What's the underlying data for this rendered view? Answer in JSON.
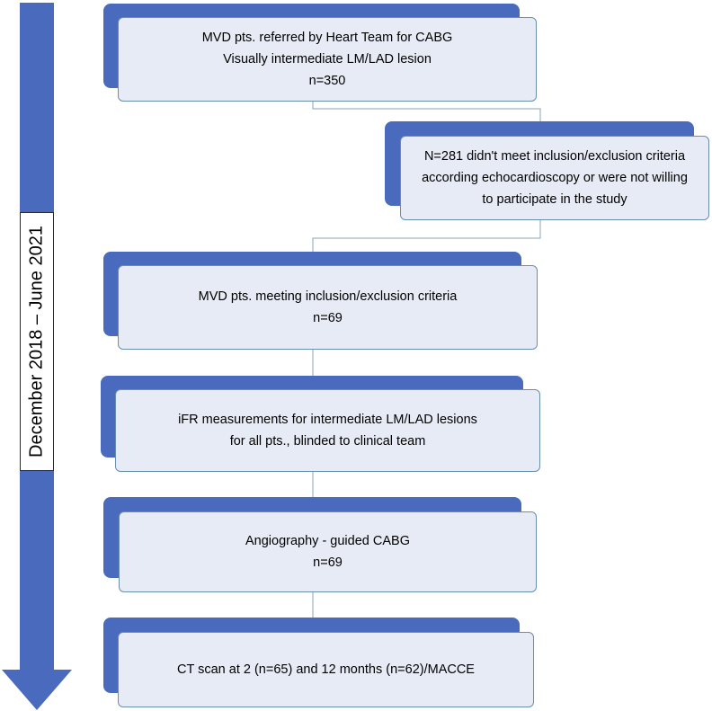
{
  "timeline": {
    "label": "December 2018 – June 2021",
    "arrow_color": "#4a6bbd"
  },
  "colors": {
    "box_shadow": "#4a6bbd",
    "box_fill": "#e7ebf5",
    "box_border": "#6a8fa8",
    "connector": "#8aa3b3"
  },
  "boxes": {
    "referred": {
      "line1": "MVD pts. referred by Heart Team for CABG",
      "line2": "Visually intermediate LM/LAD lesion",
      "line3": "n=350"
    },
    "excluded": {
      "line1": "N=281 didn't meet inclusion/exclusion criteria",
      "line2": "according echocardioscopy or were not willing",
      "line3": "to participate in the study"
    },
    "included": {
      "line1": "MVD pts. meeting inclusion/exclusion criteria",
      "line2": "n=69"
    },
    "ifr": {
      "line1": "iFR measurements for intermediate LM/LAD lesions",
      "line2": "for all pts., blinded to clinical team"
    },
    "cabg": {
      "line1": "Angiography - guided CABG",
      "line2": "n=69"
    },
    "ct": {
      "line1": "CT scan at 2 (n=65) and 12 months (n=62)/MACCE"
    }
  }
}
